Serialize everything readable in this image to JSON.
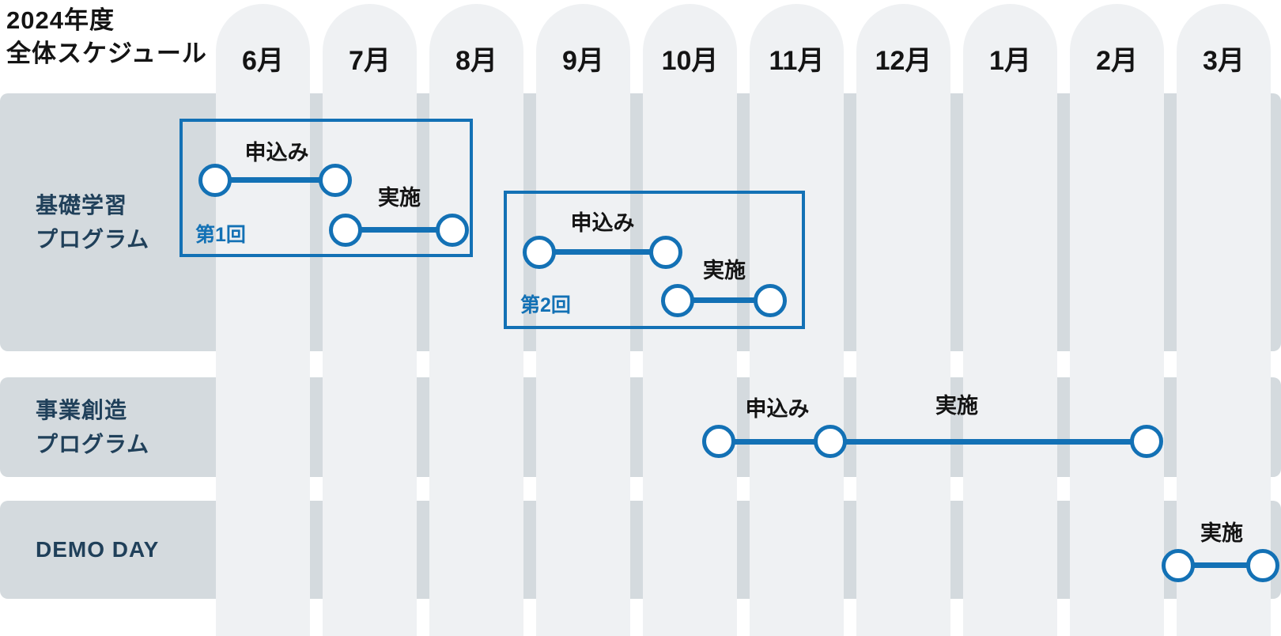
{
  "header": {
    "title_line1": "2024年度",
    "title_line2": "全体スケジュール"
  },
  "months": [
    "6月",
    "7月",
    "8月",
    "9月",
    "10月",
    "11月",
    "12月",
    "1月",
    "2月",
    "3月"
  ],
  "rows": [
    {
      "line1": "基礎学習",
      "line2": "プログラム"
    },
    {
      "line1": "事業創造",
      "line2": "プログラム"
    },
    {
      "line1": "DEMO DAY",
      "line2": ""
    }
  ],
  "rounds": [
    {
      "label": "第1回"
    },
    {
      "label": "第2回"
    }
  ],
  "phases": {
    "apply": "申込み",
    "implement": "実施"
  },
  "colors": {
    "accent_blue": "#1371b5",
    "row_band": "#d4dade",
    "month_column": "#eff1f3",
    "row_label_text": "#20405a",
    "text_black": "#141414",
    "background": "#ffffff"
  },
  "schedule": {
    "unit": "month",
    "axis": [
      "6月",
      "7月",
      "8月",
      "9月",
      "10月",
      "11月",
      "12月",
      "1月",
      "2月",
      "3月"
    ],
    "programs": [
      {
        "name": "基礎学習プログラム",
        "rounds": [
          {
            "round": "第1回",
            "phases": [
              {
                "label": "申込み",
                "from": "6月上旬",
                "to": "7月上旬"
              },
              {
                "label": "実施",
                "from": "7月中旬",
                "to": "8月上旬"
              }
            ]
          },
          {
            "round": "第2回",
            "phases": [
              {
                "label": "申込み",
                "from": "9月上旬",
                "to": "10月上旬"
              },
              {
                "label": "実施",
                "from": "10月中旬",
                "to": "11月上旬"
              }
            ]
          }
        ]
      },
      {
        "name": "事業創造プログラム",
        "rounds": [
          {
            "round": null,
            "phases": [
              {
                "label": "申込み",
                "from": "10月下旬",
                "to": "11月上旬"
              },
              {
                "label": "実施",
                "from": "11月上旬",
                "to": "2月下旬"
              }
            ]
          }
        ]
      },
      {
        "name": "DEMO DAY",
        "rounds": [
          {
            "round": null,
            "phases": [
              {
                "label": "実施",
                "from": "3月上旬",
                "to": "3月下旬"
              }
            ]
          }
        ]
      }
    ]
  }
}
